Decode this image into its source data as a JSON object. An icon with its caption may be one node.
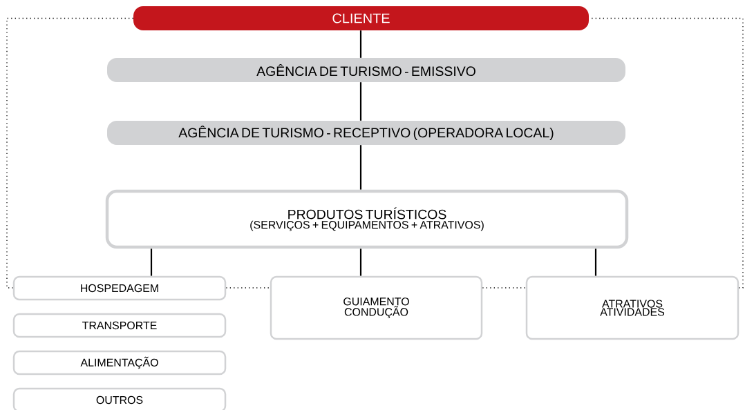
{
  "diagram": {
    "nodes": [
      {
        "text": [
          "CLIENTE"
        ]
      },
      {
        "text": [
          "AGÊNCIA DE TURISMO - EMISSIVO"
        ]
      },
      {
        "text": [
          "AGÊNCIA DE TURISMO - RECEPTIVO (OPERADORA LOCAL)"
        ]
      },
      {
        "text": [
          "PRODUTOS TURÍSTICOS",
          "(SERVIÇOS + EQUIPAMENTOS + ATRATIVOS)"
        ]
      },
      {
        "text": [
          "HOSPEDAGEM"
        ]
      },
      {
        "text": [
          "TRANSPORTE"
        ]
      },
      {
        "text": [
          "ALIMENTAÇÃO"
        ]
      },
      {
        "text": [
          "OUTROS"
        ]
      },
      {
        "text": [
          "GUIAMENTO CONDUÇÃO"
        ]
      },
      {
        "text": [
          "ATRATIVOS ATIVIDADES"
        ]
      }
    ],
    "edges": [
      {
        "from": 0,
        "to": 1,
        "arrow": "none"
      },
      {
        "from": 1,
        "to": 2,
        "arrow": "none"
      },
      {
        "from": 2,
        "to": 3,
        "arrow": "none"
      },
      {
        "from": 3,
        "to": 4,
        "arrow": "none"
      },
      {
        "from": 3,
        "to": 8,
        "arrow": "none"
      },
      {
        "from": 3,
        "to": 9,
        "arrow": "none"
      },
      {
        "from": 0,
        "to": 4,
        "arrow": "none",
        "style": "dashed"
      },
      {
        "from": 4,
        "to": 8,
        "arrow": "none",
        "style": "dashed"
      },
      {
        "from": 8,
        "to": 9,
        "arrow": "none",
        "style": "dashed"
      },
      {
        "from": 9,
        "to": 0,
        "arrow": "none",
        "style": "dashed"
      }
    ]
  }
}
